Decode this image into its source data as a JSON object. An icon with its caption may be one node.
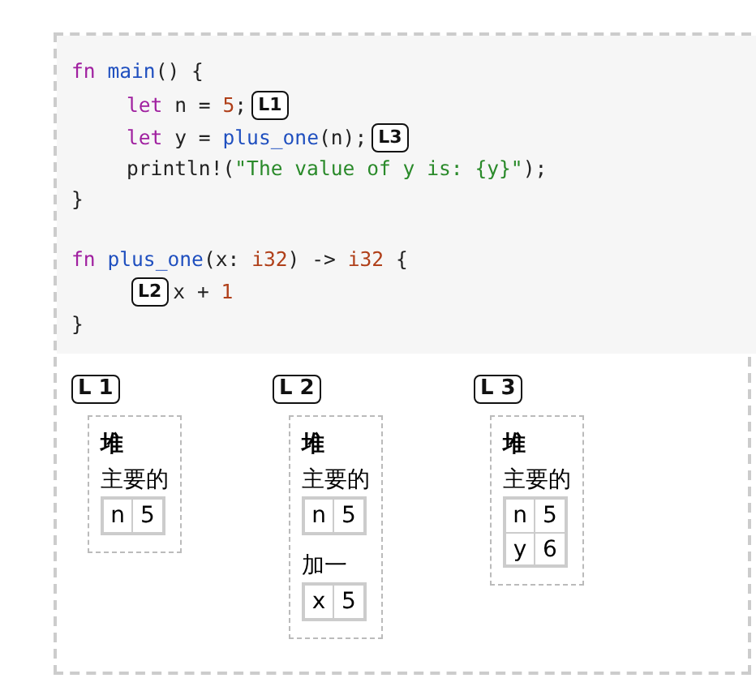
{
  "diagram": {
    "nodes": [
      {
        "text": [
          "L1"
        ]
      },
      {
        "text": [
          "L3"
        ]
      },
      {
        "text": [
          "L2"
        ]
      },
      {
        "text": [
          "L 1"
        ]
      },
      {
        "text": [
          "堆",
          "主要的"
        ]
      },
      {
        "text": [
          "n"
        ],
        "in": 4
      },
      {
        "text": [
          "5"
        ],
        "in": 4
      },
      {
        "text": [
          "L 2"
        ]
      },
      {
        "text": [
          "堆",
          "主要的"
        ]
      },
      {
        "text": [
          "n"
        ],
        "in": 8
      },
      {
        "text": [
          "5"
        ],
        "in": 8
      },
      {
        "text": [
          "加一"
        ],
        "in": 8
      },
      {
        "text": [
          "x"
        ],
        "in": 8
      },
      {
        "text": [
          "5"
        ],
        "in": 8
      },
      {
        "text": [
          "L 3"
        ]
      },
      {
        "text": [
          "堆",
          "主要的"
        ]
      },
      {
        "text": [
          "n"
        ],
        "in": 15
      },
      {
        "text": [
          "5"
        ],
        "in": 15
      },
      {
        "text": [
          "y"
        ],
        "in": 15
      },
      {
        "text": [
          "6"
        ],
        "in": 15
      }
    ],
    "labels": [
      "fn main() {",
      "let n = 5;",
      "let y = plus_one(n);",
      "println!(\"The value of y is: {y}\");",
      "}",
      "fn plus_one(x: i32) -> i32 {",
      "x + 1",
      "}"
    ]
  }
}
